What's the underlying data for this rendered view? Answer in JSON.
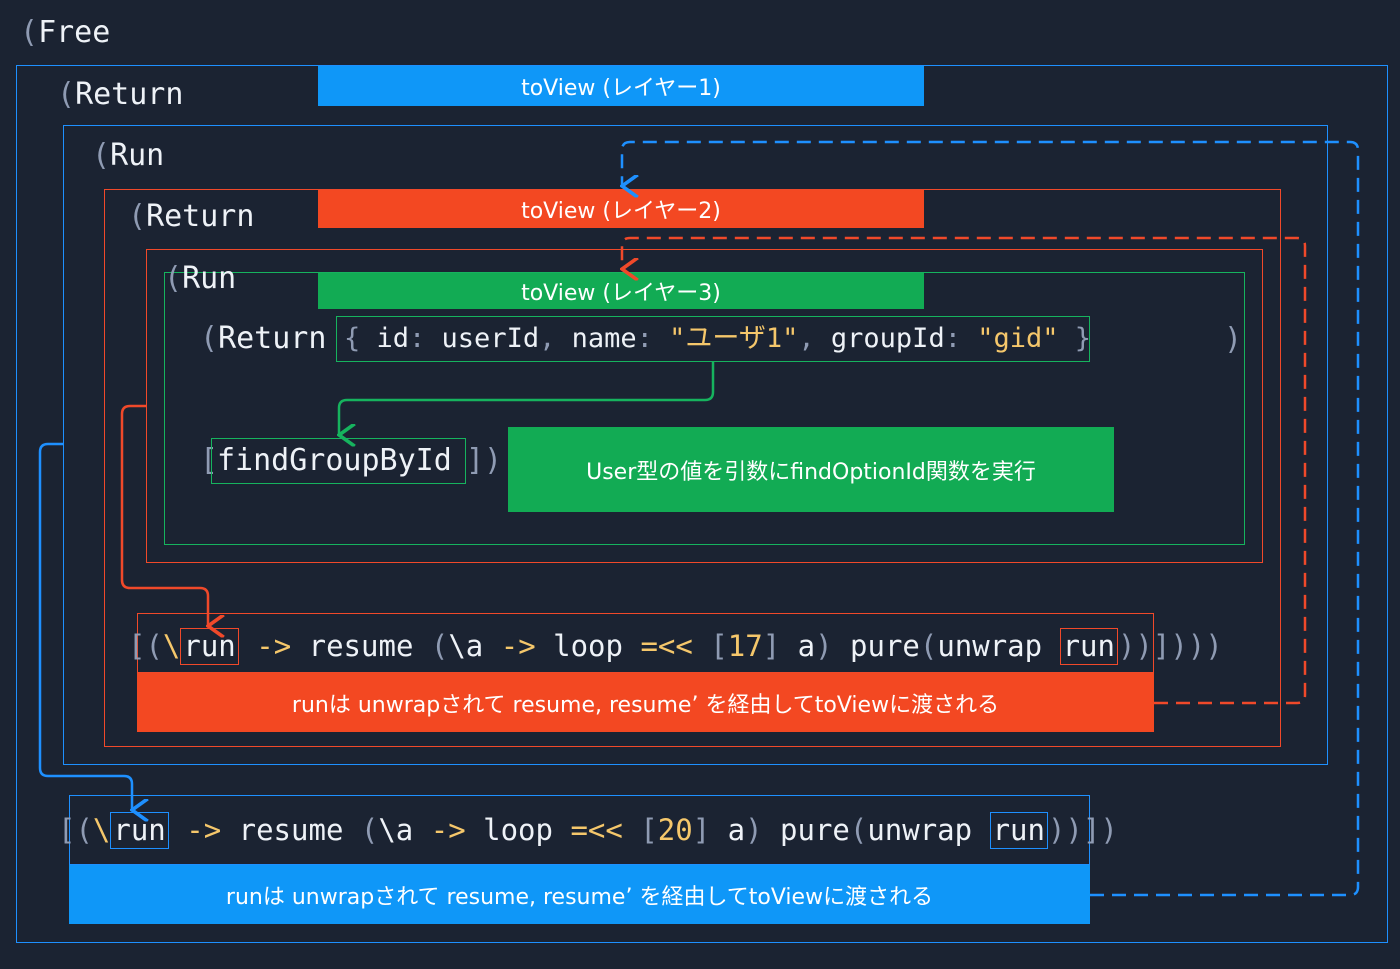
{
  "labels": {
    "free": "Free",
    "return1": "Return",
    "run1": "Run",
    "return2": "Return",
    "run2": "Run",
    "return3": "Return"
  },
  "banners": {
    "layer1": "toView (レイヤー1)",
    "layer2": "toView (レイヤー2)",
    "layer3": "toView (レイヤー3)",
    "user_note": "User型の値を引数にfindOptionId関数を実行",
    "red_note": "runは unwrapされて resume, resume’ を経由してtoViewに渡される",
    "blue_note": "runは unwrapされて resume, resume’ を経由してtoViewに渡される"
  },
  "record": {
    "k1": "id",
    "v1": "userId",
    "k2": "name",
    "v2": "\"ユーザ1\"",
    "k3": "groupId",
    "v3": "\"gid\""
  },
  "func": "findGroupById",
  "line_red": {
    "run": "run",
    "arrow": "->",
    "resume": "resume",
    "lam": "\\a",
    "loop": "loop",
    "bind": "=<<",
    "num": "17",
    "a": "a",
    "pure": "pure",
    "unwrap": "unwrap",
    "run2": "run"
  },
  "line_blue": {
    "run": "run",
    "arrow": "->",
    "resume": "resume",
    "lam": "\\a",
    "loop": "loop",
    "bind": "=<<",
    "num": "20",
    "a": "a",
    "pure": "pure",
    "unwrap": "unwrap",
    "run2": "run"
  },
  "colors": {
    "background": "#1b2332",
    "blue": "#0f97f8",
    "red": "#f34822",
    "green": "#12ab54",
    "string": "#f5c76b"
  }
}
